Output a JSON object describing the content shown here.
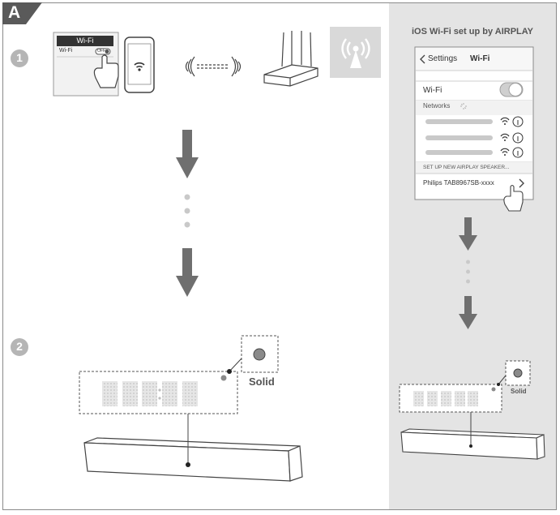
{
  "section_label": "A",
  "steps": {
    "step1": "1",
    "step2": "2"
  },
  "wifi_card": {
    "title": "Wi-Fi",
    "row_label": "Wi-Fi",
    "toggle_label": "OFF"
  },
  "status": {
    "solid_main": "Solid",
    "solid_small": "Solid"
  },
  "right_panel": {
    "title": "iOS Wi-Fi set up by AIRPLAY",
    "ios": {
      "back_label": "Settings",
      "nav_title": "Wi-Fi",
      "wifi_row": "Wi-Fi",
      "networks_label": "Networks",
      "airplay_header": "SET UP NEW AIRPLAY SPEAKER...",
      "speaker_name": "Philips TAB8967SB-xxxx"
    }
  },
  "colors": {
    "arrow": "#6f6f6f",
    "panel_bg": "#e4e4e4",
    "icon_tile": "#d9d9d9",
    "badge": "#5a5a5a"
  }
}
